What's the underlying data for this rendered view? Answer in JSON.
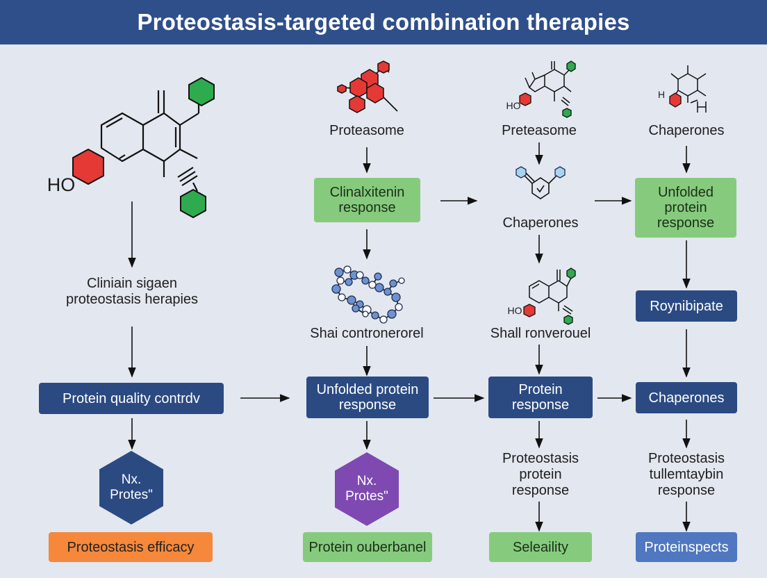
{
  "title": "Proteostasis-targeted combination therapies",
  "colors": {
    "banner": "#2f4f8a",
    "navy": "#2b4a82",
    "green": "#86cb7d",
    "orange": "#f5883b",
    "purple": "#7e4ab2",
    "blue": "#4f78c0",
    "atom_red": "#e53935",
    "atom_green": "#2eaa4f"
  },
  "column1": {
    "ho_label": "HO",
    "strategy_label": "Cliniain sigaen\nproteostasis herapies",
    "node_quality": "Protein quality contrdv",
    "hex_label": "Nx.\nProtes\"",
    "node_efficacy": "Proteostasis efficacy"
  },
  "column2": {
    "top_label": "Proteasome",
    "node_clinal": "Clinalxitenin\nresponse",
    "chain_label": "Shai contronerorel",
    "node_unfolded": "Unfolded protein\nresponse",
    "hex_label": "Nx.\nProtes\"",
    "node_outer": "Protein ouberbanel"
  },
  "column3": {
    "top_label": "Preteasome",
    "small_ho_top": "HO",
    "chaperones_label": "Chaperones",
    "small_ho_mid": "HO",
    "shall_label": "Shall ronverouel",
    "node_protein": "Protein\nresponse",
    "proteostasis_label": "Proteostasis\nprotein\nresponse",
    "node_seleaility": "Seleaility"
  },
  "column4": {
    "top_label": "Chaperones",
    "small_ho": "H",
    "node_unfolded": "Unfolded\nprotein\nresponse",
    "node_roynib": "Roynibipate",
    "node_chaperones": "Chaperones",
    "tully_label": "Proteostasis\ntullemtaybin\nresponse",
    "node_inspects": "Proteinspects"
  }
}
